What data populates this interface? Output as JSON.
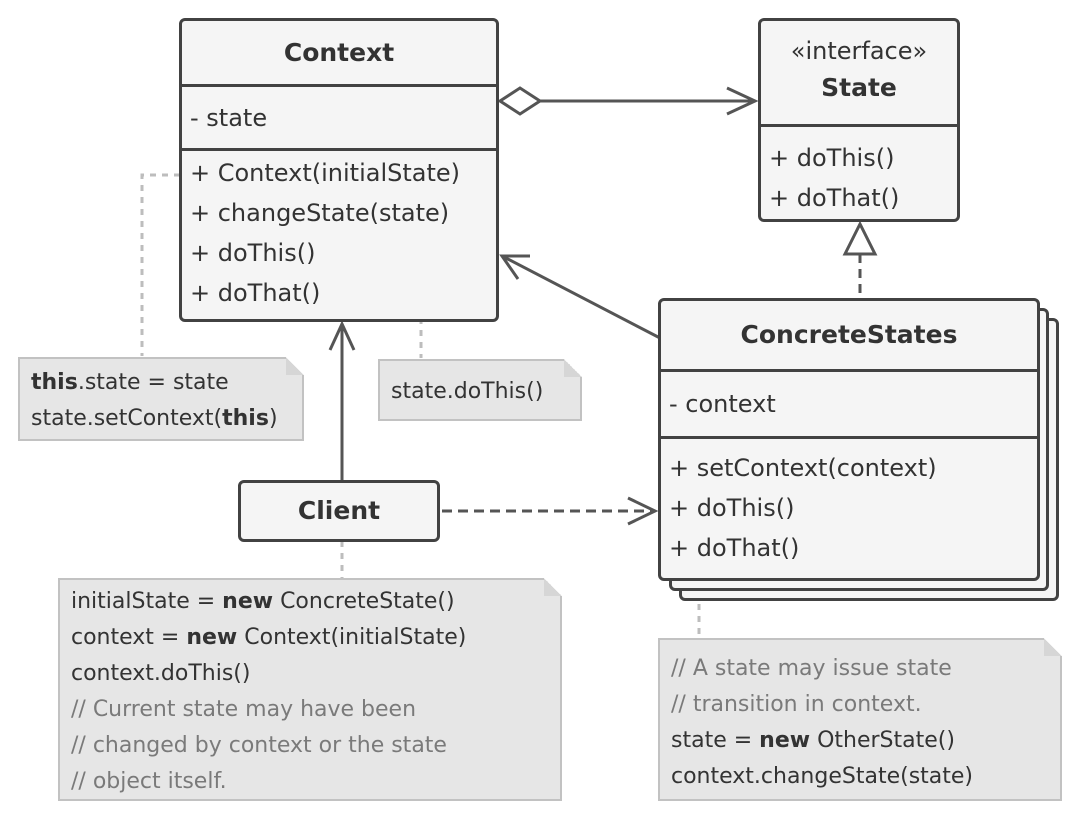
{
  "context": {
    "title": "Context",
    "field": "- state",
    "methods": [
      "+ Context(initialState)",
      "+ changeState(state)",
      "+ doThis()",
      "+ doThat()"
    ]
  },
  "state": {
    "stereotype": "«interface»",
    "title": "State",
    "methods": [
      "+ doThis()",
      "+ doThat()"
    ]
  },
  "concrete": {
    "title": "ConcreteStates",
    "field": "- context",
    "methods": [
      "+ setContext(context)",
      "+ doThis()",
      "+ doThat()"
    ]
  },
  "client": {
    "title": "Client"
  },
  "notes": {
    "ctor": {
      "l1_kw": "this",
      "l1_rest": ".state = state",
      "l2_pre": "state.setContext(",
      "l2_kw": "this",
      "l2_post": ")"
    },
    "dothis": {
      "l1": "state.doThis()"
    },
    "client": {
      "l1_pre": "initialState = ",
      "l1_kw": "new",
      "l1_post": " ConcreteState()",
      "l2_pre": "context = ",
      "l2_kw": "new",
      "l2_post": " Context(initialState)",
      "l3": "context.doThis()",
      "l4": "// Current state may have been",
      "l5": "// changed by context or the state",
      "l6": "// object itself."
    },
    "concrete": {
      "l1": "// A state may issue state",
      "l2": "// transition in context.",
      "l3_pre": "state = ",
      "l3_kw": "new",
      "l3_post": " OtherState()",
      "l4": "context.changeState(state)"
    }
  }
}
